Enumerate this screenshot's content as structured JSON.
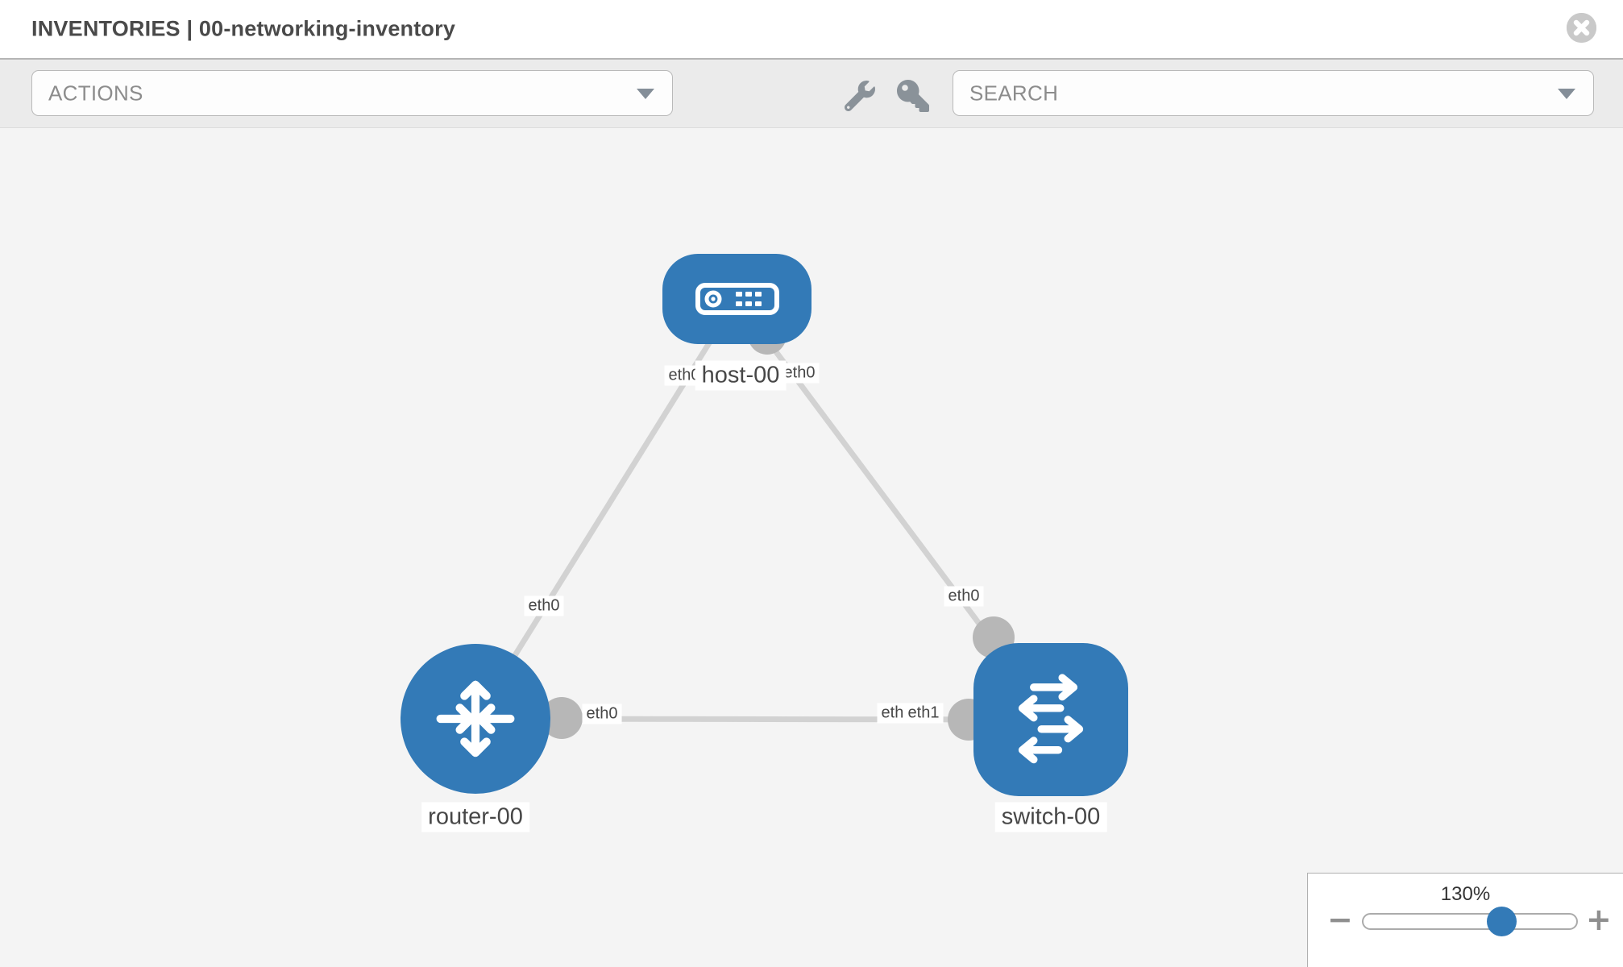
{
  "header": {
    "title": "INVENTORIES | 00-networking-inventory"
  },
  "toolbar": {
    "actions_label": "ACTIONS",
    "search_label": "SEARCH"
  },
  "topology": {
    "node_color": "#337ab7",
    "link_color": "#d2d2d2",
    "port_color": "#b7b7b7",
    "nodes": [
      {
        "id": "host-00",
        "type": "host",
        "label": "host-00"
      },
      {
        "id": "router-00",
        "type": "router",
        "label": "router-00"
      },
      {
        "id": "switch-00",
        "type": "switch",
        "label": "switch-00"
      }
    ],
    "links": [
      {
        "source": "host-00",
        "target": "router-00",
        "source_interface": "eth0",
        "target_interface": "eth0"
      },
      {
        "source": "host-00",
        "target": "switch-00",
        "source_interface": "eth0",
        "target_interface": "eth0"
      },
      {
        "source": "router-00",
        "target": "switch-00",
        "source_interface": "eth0",
        "target_interface": "eth1"
      }
    ],
    "interface_labels": [
      "eth0",
      "eth0",
      "eth0",
      "eth0",
      "eth0",
      "eth0",
      "eth1"
    ]
  },
  "zoom_control": {
    "level": "130%",
    "minus_label": "−",
    "plus_label": "+"
  }
}
